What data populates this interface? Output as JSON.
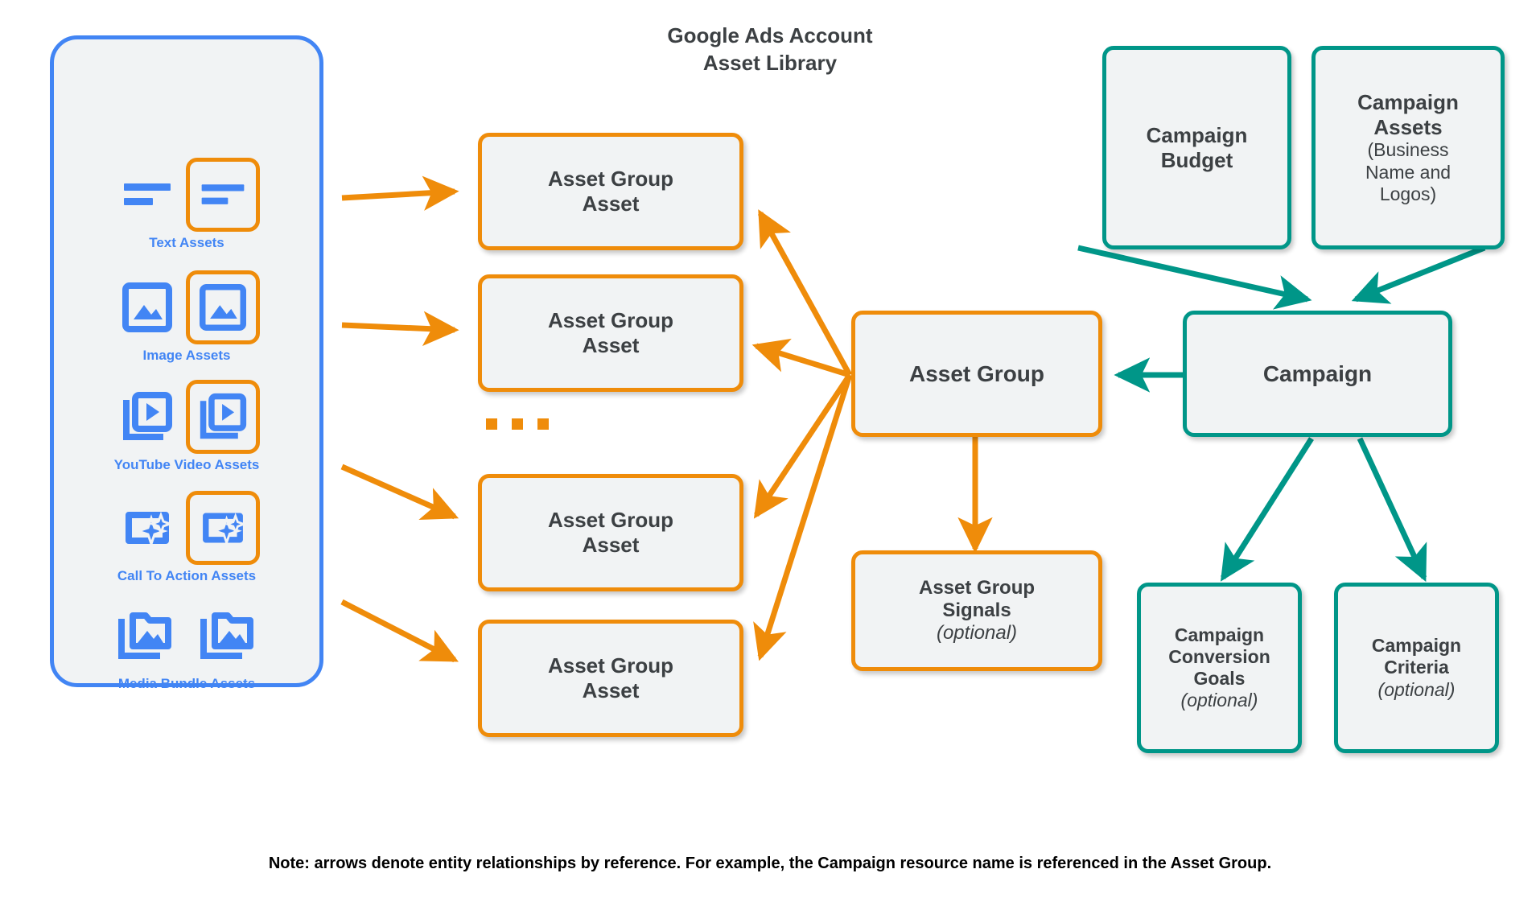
{
  "library": {
    "title_line1": "Google Ads Account",
    "title_line2": "Asset Library",
    "border_color": "#4285f4",
    "assets": [
      {
        "label": "Text Assets",
        "icon": "text-asset-icon",
        "boxed": true
      },
      {
        "label": "Image Assets",
        "icon": "image-asset-icon",
        "boxed": true
      },
      {
        "label": "YouTube Video  Assets",
        "icon": "youtube-video-asset-icon",
        "boxed": true
      },
      {
        "label": "Call To Action Assets",
        "icon": "call-to-action-asset-icon",
        "boxed": true
      },
      {
        "label": "Media Bundle  Assets",
        "icon": "media-bundle-asset-icon",
        "boxed": false
      }
    ]
  },
  "asset_group_assets": [
    {
      "line1": "Asset Group",
      "line2": "Asset"
    },
    {
      "line1": "Asset Group",
      "line2": "Asset"
    },
    {
      "line1": "Asset Group",
      "line2": "Asset"
    },
    {
      "line1": "Asset Group",
      "line2": "Asset"
    }
  ],
  "ellipsis": "...",
  "asset_group": {
    "label": "Asset Group"
  },
  "asset_group_signals": {
    "line1": "Asset Group",
    "line2": "Signals",
    "optional": "(optional)"
  },
  "campaign_budget": {
    "line1": "Campaign",
    "line2": "Budget"
  },
  "campaign_assets": {
    "line1": "Campaign",
    "line2": "Assets",
    "sub_line1": "(Business",
    "sub_line2": "Name and",
    "sub_line3": "Logos)"
  },
  "campaign": {
    "label": "Campaign"
  },
  "campaign_conversion_goals": {
    "line1": "Campaign",
    "line2": "Conversion",
    "line3": "Goals",
    "optional": "(optional)"
  },
  "campaign_criteria": {
    "line1": "Campaign",
    "line2": "Criteria",
    "optional": "(optional)"
  },
  "footer": {
    "note": "Note: arrows denote entity relationships by reference. For example, the Campaign resource name is referenced in the Asset Group."
  },
  "colors": {
    "orange": "#ef8c0a",
    "teal": "#009688",
    "blue": "#4285f4",
    "node_fill": "#f1f3f4",
    "text": "#3c4043"
  }
}
